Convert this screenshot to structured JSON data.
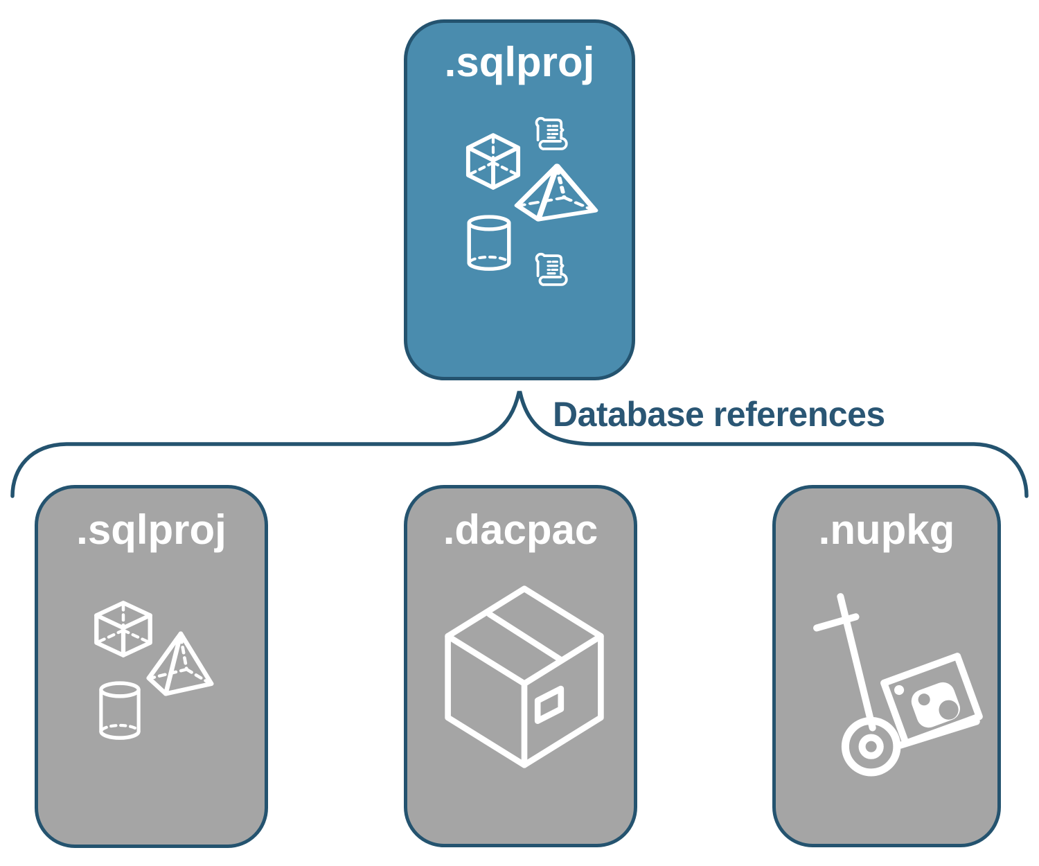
{
  "diagram": {
    "root_card": {
      "label": ".sqlproj",
      "fill": "#4A8CAE",
      "icons": [
        "cube-icon",
        "scroll-icon",
        "pyramid-icon",
        "cylinder-icon",
        "scroll-icon"
      ]
    },
    "connector": {
      "label": "Database references",
      "color": "#2A5674"
    },
    "child_cards": [
      {
        "label": ".sqlproj",
        "fill": "#A5A5A5",
        "icons": [
          "cube-icon",
          "pyramid-icon",
          "cylinder-icon"
        ]
      },
      {
        "label": ".dacpac",
        "fill": "#A5A5A5",
        "icons": [
          "package-box-icon"
        ]
      },
      {
        "label": ".nupkg",
        "fill": "#A5A5A5",
        "icons": [
          "nuget-trolley-icon"
        ]
      }
    ],
    "colors": {
      "outline": "#24536F",
      "card_label_text": "#FFFFFF",
      "connector_text": "#2A5674",
      "root_fill": "#4A8CAE",
      "child_fill": "#A5A5A5",
      "background": "#FFFFFF"
    }
  }
}
